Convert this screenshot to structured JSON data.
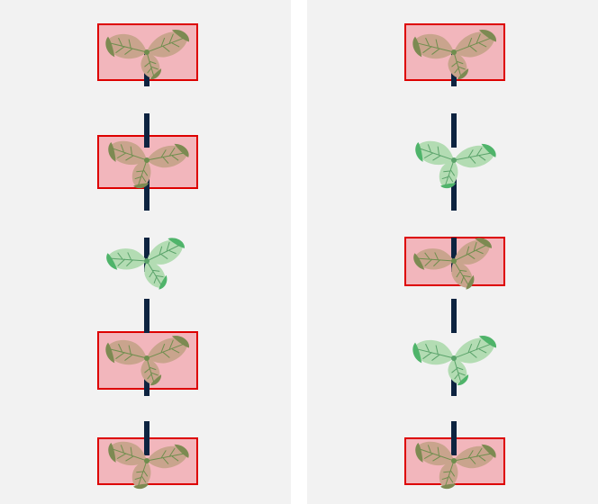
{
  "colors": {
    "background": "#f2f2f2",
    "separator": "#ffffff",
    "pipe": "#0d2340",
    "healthy_leaf": "#b3dcb3",
    "healthy_edge": "#4fb46a",
    "healthy_vein": "#5aa36a",
    "diseased_leaf": "#c9a48d",
    "diseased_edge": "#7d8a52",
    "diseased_vein": "#6f8e4e",
    "highlight_fill": "#f2b6bc",
    "highlight_stroke": "#dd0000"
  },
  "panels": [
    {
      "id": "left",
      "plants": [
        {
          "status": "diseased",
          "highlighted": true
        },
        {
          "status": "diseased",
          "highlighted": true
        },
        {
          "status": "healthy",
          "highlighted": false
        },
        {
          "status": "diseased",
          "highlighted": true
        },
        {
          "status": "diseased",
          "highlighted": true
        }
      ]
    },
    {
      "id": "right",
      "plants": [
        {
          "status": "diseased",
          "highlighted": true
        },
        {
          "status": "healthy",
          "highlighted": false
        },
        {
          "status": "diseased",
          "highlighted": true
        },
        {
          "status": "healthy",
          "highlighted": false
        },
        {
          "status": "diseased",
          "highlighted": true
        }
      ]
    }
  ]
}
